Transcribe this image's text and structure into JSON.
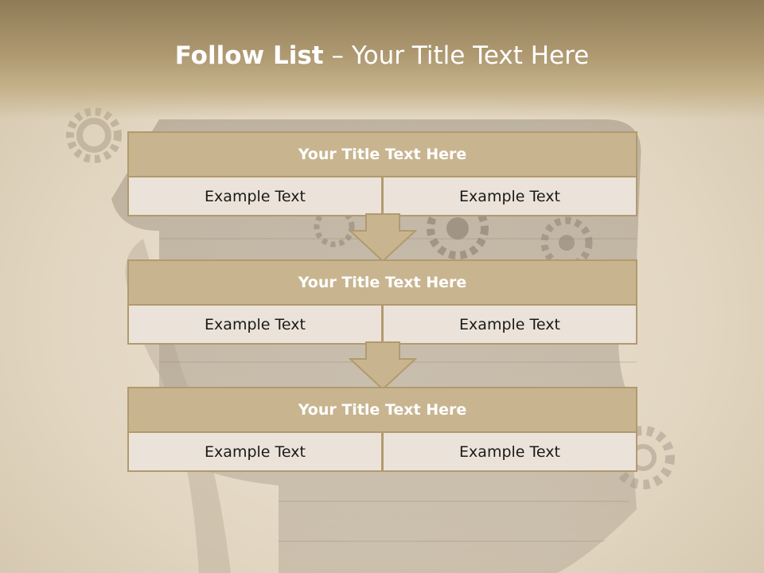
{
  "title": {
    "bold": "Follow List",
    "rest": " – Your Title Text Here"
  },
  "steps": [
    {
      "title": "Your Title Text Here",
      "left": "Example Text",
      "right": "Example Text"
    },
    {
      "title": "Your Title Text Here",
      "left": "Example Text",
      "right": "Example Text"
    },
    {
      "title": "Your Title Text Here",
      "left": "Example Text",
      "right": "Example Text"
    }
  ],
  "colors": {
    "title_bar": "#ad9870",
    "header_fill": "#c8b590",
    "cell_fill": "#ebe3d9",
    "border": "#b29a6e",
    "arrow_fill": "#c8b590"
  }
}
